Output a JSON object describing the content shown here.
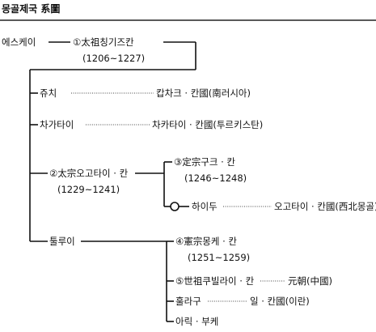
{
  "title": "몽골제국 系圖",
  "nodes": {
    "yesugei": "에스케이",
    "genghis_name": "①太祖칭기즈칸",
    "genghis_years": "(1206~1227)",
    "jochi": "쥬치",
    "jochi_khanate": "캅차크 · 칸國(南러시아)",
    "chagatai": "차가타이",
    "chagatai_khanate": "차카타이 · 칸國(투르키스탄)",
    "ogedei_name": "②太宗오고타이 · 칸",
    "ogedei_years": "(1229~1241)",
    "guyuk_name": "③定宗구크 · 칸",
    "guyuk_years": "(1246~1248)",
    "kaidu": "하이두",
    "ogedei_khanate": "오고타이 · 칸國(西北몽골)",
    "tolui": "툴루이",
    "mongke_name": "④憲宗몽케 · 칸",
    "mongke_years": "(1251~1259)",
    "kublai_name": "⑤世祖쿠빌라이 · 칸",
    "yuan": "元朝(中國)",
    "hulagu": "훌라구",
    "ilkhanate": "일 · 칸國(이란)",
    "ariq": "아릭 · 부케"
  }
}
